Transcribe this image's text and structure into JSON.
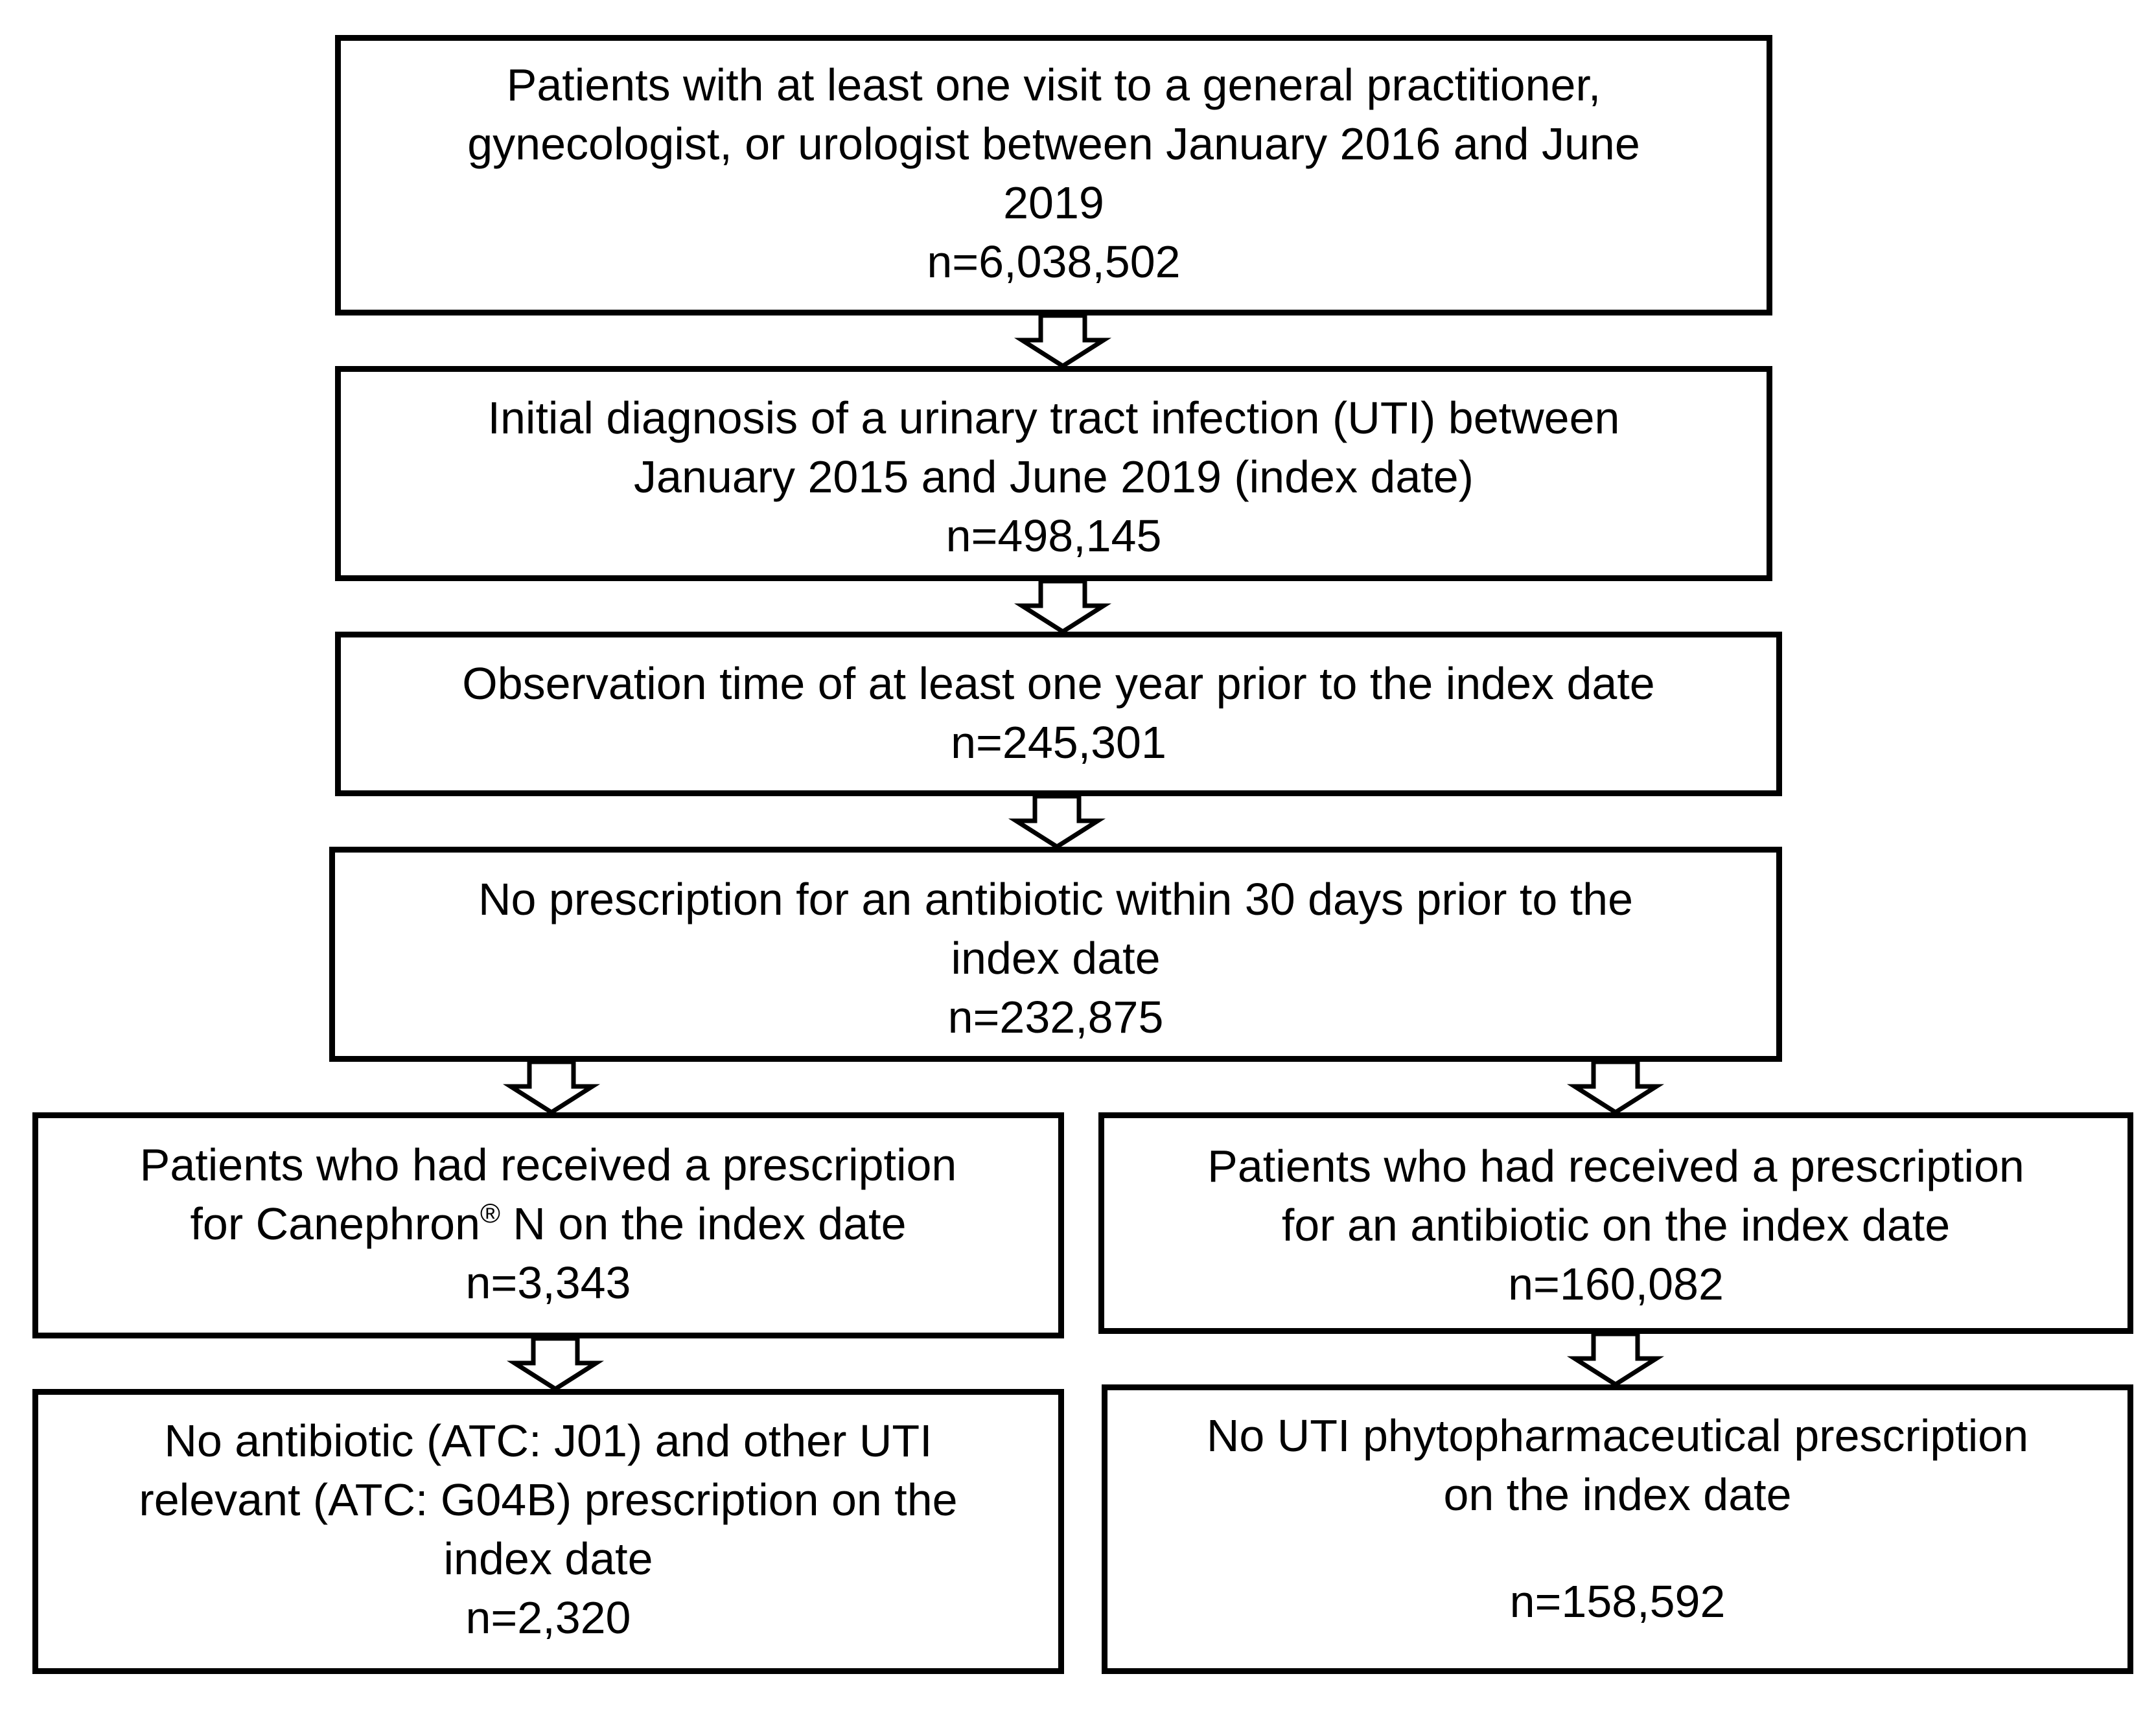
{
  "boxes": {
    "b1": {
      "lines": [
        "Patients with at least one visit to a general practitioner,",
        "gynecologist, or urologist between January 2016 and June",
        "2019"
      ],
      "count": "n=6,038,502"
    },
    "b2": {
      "lines": [
        "Initial diagnosis of a urinary tract infection (UTI) between",
        "January 2015 and June 2019  (index date)"
      ],
      "count": "n=498,145"
    },
    "b3": {
      "lines": [
        "Observation time of at least one year prior to the index date"
      ],
      "count": "n=245,301"
    },
    "b4": {
      "lines": [
        "No prescription for an antibiotic within 30 days prior to the",
        "index date"
      ],
      "count": "n=232,875"
    },
    "b5": {
      "line1": "Patients who had received a prescription",
      "line2_pre": "for Canephron",
      "line2_sup": "®",
      "line2_post": " N on the index date",
      "count": "n=3,343"
    },
    "b6": {
      "lines": [
        "Patients who had received a prescription",
        "for an antibiotic on the index date"
      ],
      "count": "n=160,082"
    },
    "b7": {
      "lines": [
        "No antibiotic (ATC: J01) and other UTI",
        "relevant (ATC: G04B) prescription on the",
        "index date"
      ],
      "count": "n=2,320"
    },
    "b8": {
      "lines": [
        "No UTI phytopharmaceutical prescription",
        "on the index date"
      ],
      "count": "n=158,592"
    }
  }
}
